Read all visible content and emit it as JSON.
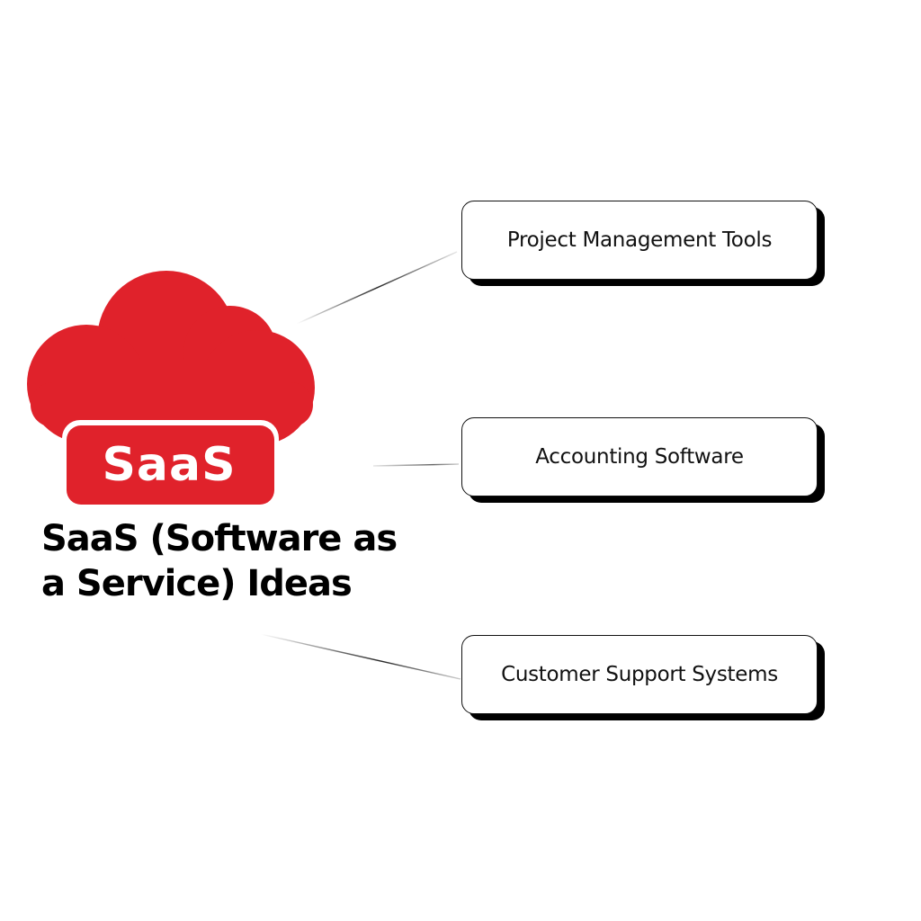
{
  "diagram": {
    "title": "SaaS (Software as a Service) Ideas",
    "title_lines": [
      "SaaS (Software as",
      "a Service) Ideas"
    ],
    "logo": {
      "icon": "cloud-icon",
      "label": "SaaS",
      "color": "#e0222b",
      "text_color": "#ffffff"
    },
    "ideas": [
      {
        "label": "Project Management Tools"
      },
      {
        "label": "Accounting Software"
      },
      {
        "label": "Customer Support Systems"
      }
    ],
    "colors": {
      "background": "#ffffff",
      "box_border": "#111111",
      "box_shadow": "#000000",
      "text": "#000000"
    }
  }
}
